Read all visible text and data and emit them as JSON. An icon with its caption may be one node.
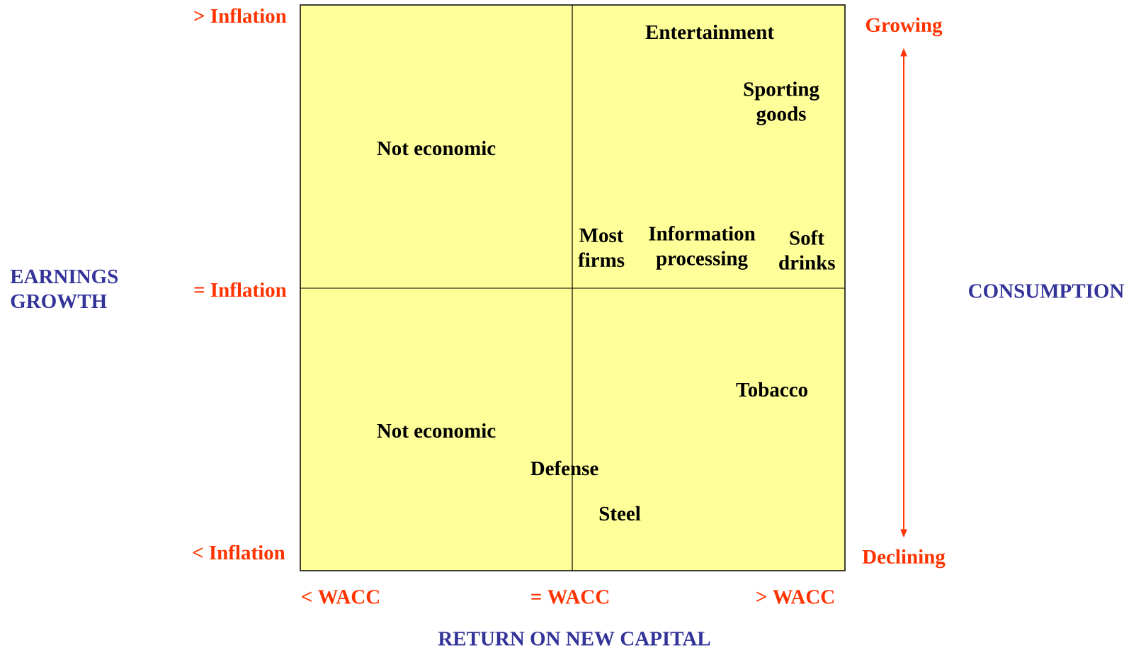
{
  "diagram": {
    "nodes": [
      {
        "text": [
          "Growing"
        ]
      },
      {
        "text": [
          "Declining"
        ]
      }
    ],
    "edges": [
      {
        "from": 0,
        "to": 1,
        "arrow": "both"
      }
    ],
    "labels": [
      "> Inflation",
      "Entertainment",
      "Sporting goods",
      "Not economic",
      "EARNINGS GROWTH",
      "CONSUMPTION",
      "Most firms",
      "Information processing",
      "Soft drinks",
      "= Inflation",
      "Tobacco",
      "Not economic",
      "Defense",
      "Steel",
      "< Inflation",
      "< WACC",
      "= WACC",
      "> WACC",
      "RETURN ON NEW CAPITAL"
    ]
  }
}
